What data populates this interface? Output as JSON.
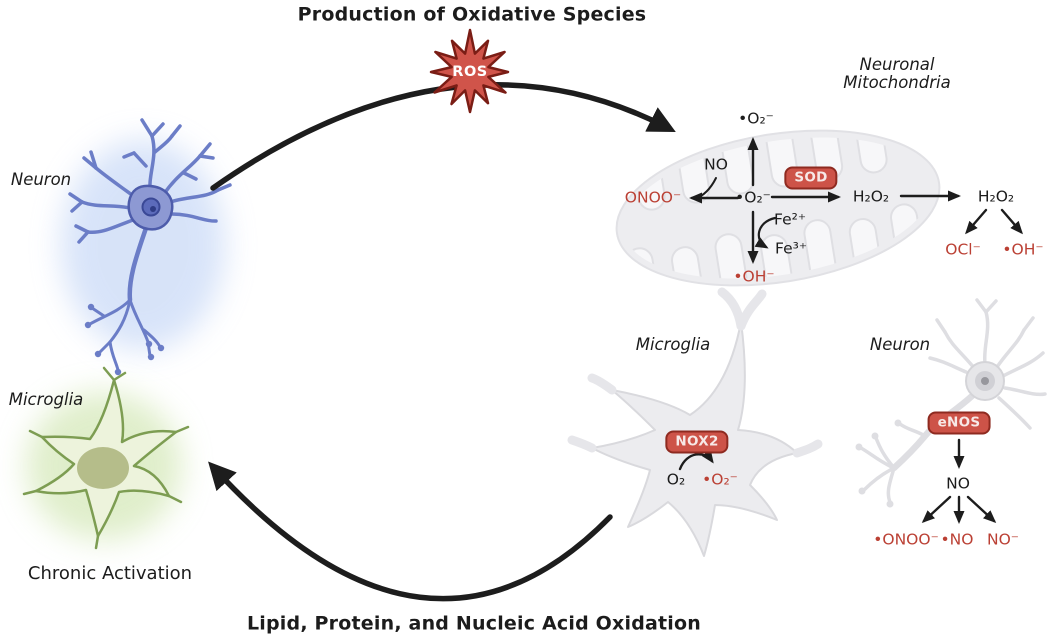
{
  "titles": {
    "top": "Production of Oxidative Species",
    "bottom": "Lipid, Protein, and Nucleic Acid Oxidation"
  },
  "cycle": {
    "ros": "ROS"
  },
  "left_panel": {
    "neuron_label": "Neuron",
    "microglia_label": "Microglia",
    "chronic_activation": "Chronic Activation"
  },
  "mitochondria_panel": {
    "label": "Neuronal\nMitochondria",
    "superoxide_top": "•O₂⁻",
    "superoxide_center": "•O₂⁻",
    "nitric_oxide": "NO",
    "peroxynitrite": "ONOO⁻",
    "sod": "SOD",
    "hydrogen_peroxide_1": "H₂O₂",
    "hydrogen_peroxide_2": "H₂O₂",
    "hypochlorite": "OCl⁻",
    "hydroxyl_right": "•OH⁻",
    "iron_2": "Fe²⁺",
    "iron_3": "Fe³⁺",
    "hydroxyl_bottom": "•OH⁻"
  },
  "microglia_panel": {
    "label": "Microglia",
    "nox2": "NOX2",
    "oxygen": "O₂",
    "superoxide": "•O₂⁻"
  },
  "neuron_panel": {
    "label": "Neuron",
    "enos": "eNOS",
    "nitric_oxide": "NO",
    "peroxynitrite": "•ONOO⁻",
    "nitric_oxide_radical": "•NO",
    "nitroxyl": "NO⁻"
  },
  "colors": {
    "red_text": "#bb4034",
    "enzyme_box_fill": "#cd5348",
    "enzyme_box_border": "#8e2a20",
    "ros_star_fill": "#d0544a",
    "ros_star_border": "#7a1d15",
    "arrow_black": "#1d1d1d",
    "neuron_blue": "#8d99d3",
    "neuron_blue_outline": "#4d5cab",
    "microglia_green_fill": "#edf3dc",
    "microglia_green_outline": "#7d9d52",
    "cell_gray": "#ececef"
  }
}
